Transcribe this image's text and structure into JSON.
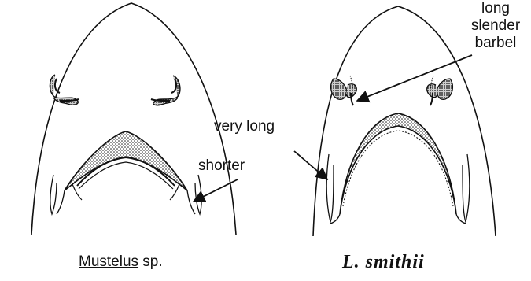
{
  "left_head": {
    "label_shorter": "shorter",
    "caption_genus": "Mustelus",
    "caption_suffix": " sp."
  },
  "right_head": {
    "label_barbel_line1": "long",
    "label_barbel_line2": "slender",
    "label_barbel_line3": "barbel",
    "label_very_long": "very long",
    "caption": "L. smithii"
  },
  "colors": {
    "ink": "#111111",
    "background": "#ffffff"
  }
}
